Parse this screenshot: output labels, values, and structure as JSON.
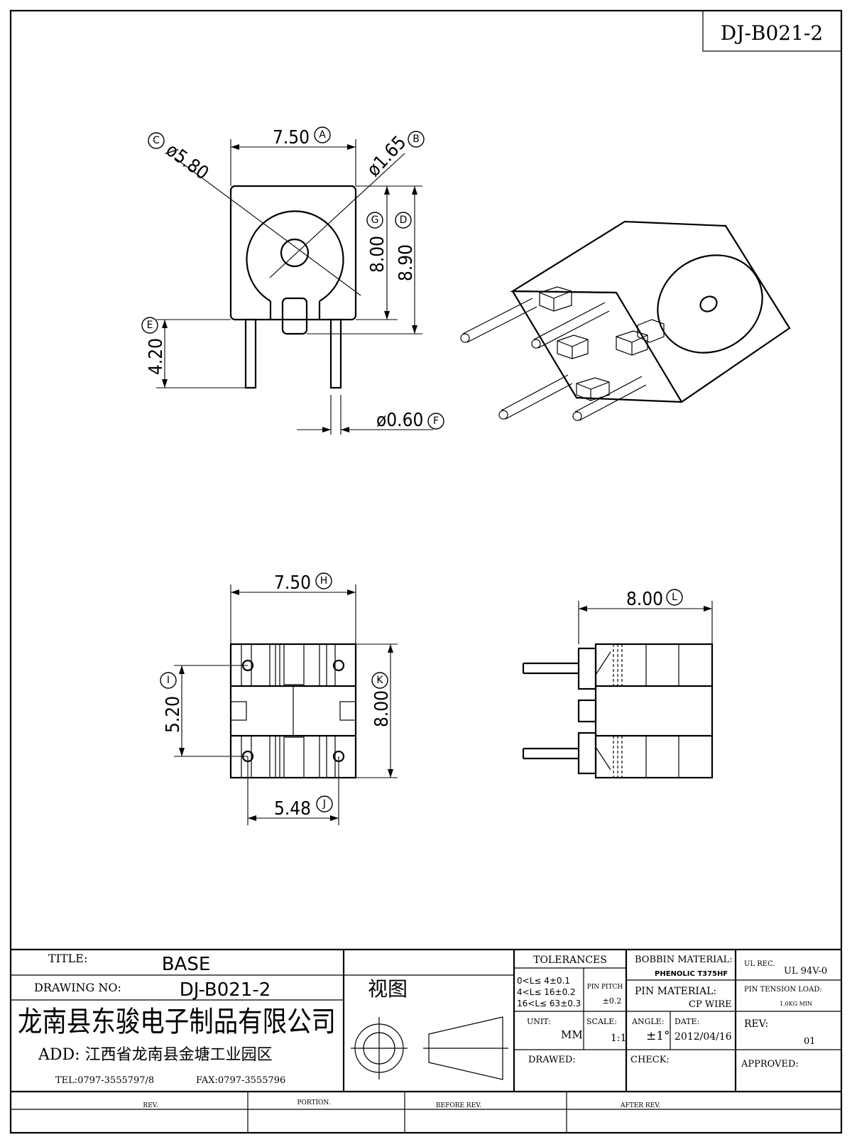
{
  "drawing_id": "DJ-B021-2",
  "dimensions": {
    "top_width": "7.50",
    "top_width_ref": "A",
    "pin_hole_dia": "ø1.65",
    "pin_hole_ref": "B",
    "circle_dia": "ø5.80",
    "circle_ref": "C",
    "height_total": "8.90",
    "height_total_ref": "D",
    "pin_length": "4.20",
    "pin_length_ref": "E",
    "pin_dia": "ø0.60",
    "pin_dia_ref": "F",
    "body_height": "8.00",
    "body_height_ref": "G",
    "bottom_width": "7.50",
    "bottom_width_ref": "H",
    "pin_pitch_v": "5.20",
    "pin_pitch_v_ref": "I",
    "pin_pitch_h": "5.48",
    "pin_pitch_h_ref": "J",
    "bottom_height": "8.00",
    "bottom_height_ref": "K",
    "side_width": "8.00",
    "side_width_ref": "L"
  },
  "title_block": {
    "title_label": "TITLE:",
    "title_value": "BASE",
    "drawing_no_label": "DRAWING NO:",
    "drawing_no_value": "DJ-B021-2",
    "company": "龙南县东骏电子制品有限公司",
    "address": "ADD: 江西省龙南县金塘工业园区",
    "tel": "TEL:0797-3555797/8",
    "fax": "FAX:0797-3555796",
    "view_label": "视图",
    "tolerances_label": "TOLERANCES",
    "tol_1": "0<L≤ 4±0.1",
    "tol_2": "4<L≤ 16±0.2",
    "tol_3": "16<L≤ 63±0.3",
    "pin_pitch_label": "PIN PITCH",
    "pin_pitch_value": "±0.2",
    "unit_label": "UNIT:",
    "unit_value": "MM",
    "scale_label": "SCALE:",
    "scale_value": "1:1",
    "angle_label": "ANGLE:",
    "angle_value": "±1°",
    "date_label": "DATE:",
    "date_value": "2012/04/16",
    "bobbin_material_label": "BOBBIN MATERIAL:",
    "bobbin_material_value": "PHENOLIC T375HF",
    "pin_material_label": "PIN MATERIAL:",
    "pin_material_value": "CP WIRE",
    "ul_rec_label": "UL REC.",
    "ul_rec_value": "UL  94V-0",
    "pin_tension_label": "PIN TENSION LOAD:",
    "pin_tension_value": "1.0KG MIN",
    "rev_label": "REV:",
    "rev_value": "01",
    "drawed_label": "DRAWED:",
    "check_label": "CHECK:",
    "approved_label": "APPROVED:"
  },
  "revision_table": {
    "headers": [
      "REV.",
      "PORTION.",
      "BEFORE REV.",
      "AFTER REV."
    ]
  }
}
